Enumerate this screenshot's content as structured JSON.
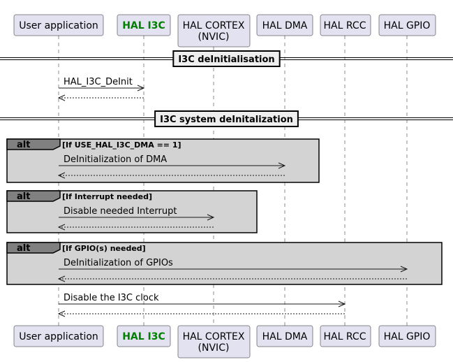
{
  "participants": [
    {
      "id": "user",
      "label": [
        "User application"
      ],
      "highlight": false
    },
    {
      "id": "hal_i3c",
      "label": [
        "HAL I3C"
      ],
      "highlight": true
    },
    {
      "id": "hal_cortex",
      "label": [
        "HAL CORTEX",
        "(NVIC)"
      ],
      "highlight": false
    },
    {
      "id": "hal_dma",
      "label": [
        "HAL DMA"
      ],
      "highlight": false
    },
    {
      "id": "hal_rcc",
      "label": [
        "HAL RCC"
      ],
      "highlight": false
    },
    {
      "id": "hal_gpio",
      "label": [
        "HAL GPIO"
      ],
      "highlight": false
    }
  ],
  "colors": {
    "participant_fill": "#e2e2f0",
    "highlight_text": "#008000",
    "alt_fill": "#d3d3d3",
    "alt_tab": "#808080",
    "divider_fill": "#eeeeee"
  },
  "sequence": [
    {
      "kind": "divider",
      "label": "I3C deInitialisation"
    },
    {
      "kind": "message",
      "from": "user",
      "to": "hal_i3c",
      "label": "HAL_I3C_DeInit"
    },
    {
      "kind": "return",
      "from": "hal_i3c",
      "to": "user"
    },
    {
      "kind": "divider",
      "label": "I3C system deInitalization"
    },
    {
      "kind": "alt",
      "keyword": "alt",
      "guard": "[If USE_HAL_I3C_DMA == 1]",
      "messages": [
        {
          "kind": "message",
          "from": "user",
          "to": "hal_dma",
          "label": "DeInitialization of DMA"
        },
        {
          "kind": "return",
          "from": "hal_dma",
          "to": "user"
        }
      ]
    },
    {
      "kind": "alt",
      "keyword": "alt",
      "guard": "[If Interrupt needed]",
      "messages": [
        {
          "kind": "message",
          "from": "user",
          "to": "hal_cortex",
          "label": "Disable needed Interrupt"
        },
        {
          "kind": "return",
          "from": "hal_cortex",
          "to": "user"
        }
      ]
    },
    {
      "kind": "alt",
      "keyword": "alt",
      "guard": "[If GPIO(s) needed]",
      "messages": [
        {
          "kind": "message",
          "from": "user",
          "to": "hal_gpio",
          "label": "DeInitialization of GPIOs"
        },
        {
          "kind": "return",
          "from": "hal_gpio",
          "to": "user"
        }
      ]
    },
    {
      "kind": "message",
      "from": "user",
      "to": "hal_rcc",
      "label": "Disable the I3C clock"
    },
    {
      "kind": "return",
      "from": "hal_rcc",
      "to": "user"
    }
  ]
}
